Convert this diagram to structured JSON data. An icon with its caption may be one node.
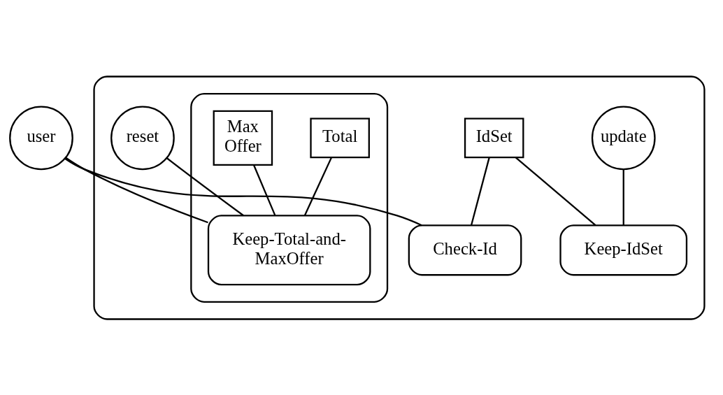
{
  "diagram": {
    "nodes": [
      {
        "text": [
          "user"
        ]
      },
      {
        "text": [],
        "shape": "box"
      },
      {
        "text": [
          "update"
        ],
        "in": 1
      },
      {
        "text": [
          "reset"
        ],
        "in": 1
      },
      {
        "text": [
          "IdSet"
        ],
        "in": 1
      },
      {
        "text": [],
        "shape": "box",
        "in": 1
      },
      {
        "text": [
          "Total"
        ],
        "in": 5
      },
      {
        "text": [
          "Max Offer"
        ],
        "in": 5
      },
      {
        "text": [
          "Keep-IdSet"
        ],
        "in": 1
      },
      {
        "text": [
          "Check-Id"
        ],
        "in": 1
      },
      {
        "text": [
          "Keep-Total-and- MaxOffer"
        ],
        "in": 5
      }
    ],
    "edges": [
      {
        "from": 2,
        "to": 8,
        "arrow": "none"
      },
      {
        "from": 4,
        "to": 8,
        "arrow": "none"
      },
      {
        "from": 4,
        "to": 9,
        "arrow": "none"
      },
      {
        "from": 0,
        "to": 9,
        "arrow": "none"
      },
      {
        "from": 0,
        "to": 10,
        "arrow": "none"
      },
      {
        "from": 3,
        "to": 10,
        "arrow": "none"
      },
      {
        "from": 6,
        "to": 10,
        "arrow": "none"
      },
      {
        "from": 7,
        "to": 10,
        "arrow": "none"
      }
    ]
  }
}
